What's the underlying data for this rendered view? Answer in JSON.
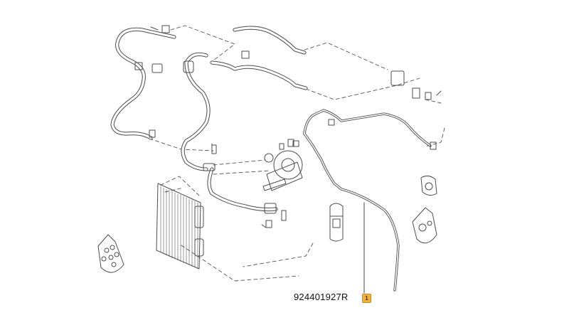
{
  "part_number": "924401927R",
  "callout_number": "1",
  "colors": {
    "line": "#4d4d4d",
    "dash": "#555555",
    "callout_fill": "#f2b03c",
    "callout_border": "#c98a1a"
  },
  "icons": [
    "pipe-assembly",
    "condenser",
    "compressor",
    "receiver-drier",
    "fastening-bracket",
    "sealing-plate"
  ]
}
